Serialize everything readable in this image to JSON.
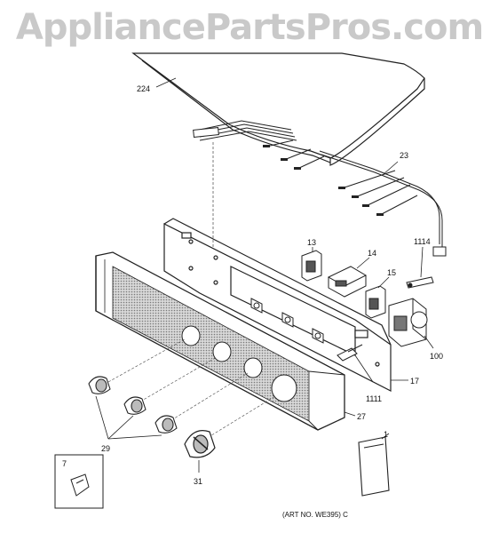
{
  "watermark": "AppliancePartsPros.com",
  "art_number": "(ART NO. WE395) C",
  "callouts": {
    "c224": "224",
    "c23": "23",
    "c13": "13",
    "c14": "14",
    "c1114": "1114",
    "c15": "15",
    "c100": "100",
    "c17": "17",
    "c1111": "1111",
    "c27": "27",
    "c29": "29",
    "c1": "1",
    "c7": "7",
    "c31": "31"
  },
  "colors": {
    "line": "#222222",
    "fill": "#ffffff",
    "shade": "#8a8a8a",
    "watermark": "#c9c9c9"
  }
}
